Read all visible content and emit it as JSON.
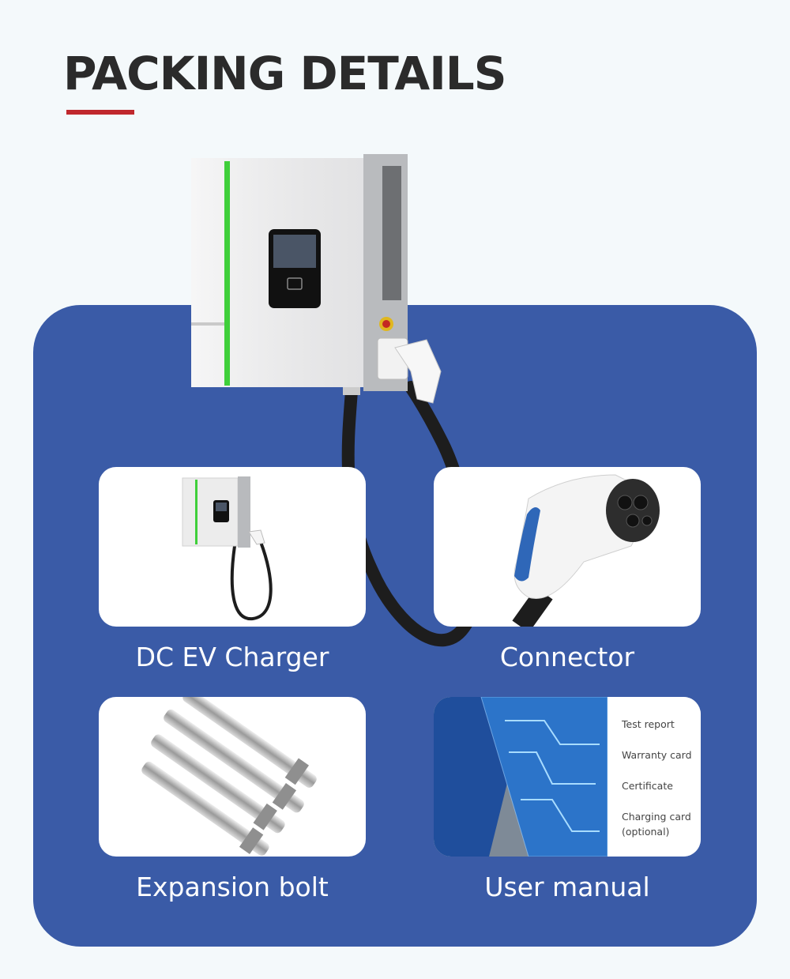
{
  "heading": "PACKING DETAILS",
  "colors": {
    "accent": "#c0282d",
    "panel": "#3a5ba7",
    "led": "#3fcf3a"
  },
  "items": [
    {
      "caption": "DC EV Charger",
      "icon": "charger-image"
    },
    {
      "caption": "Connector",
      "icon": "connector-image"
    },
    {
      "caption": "Expansion bolt",
      "icon": "bolt-image"
    },
    {
      "caption": "User manual",
      "icon": "manual-image"
    }
  ],
  "manual_docs": [
    "Test report",
    "Warranty card",
    "Certificate",
    "Charging card (optional)"
  ]
}
